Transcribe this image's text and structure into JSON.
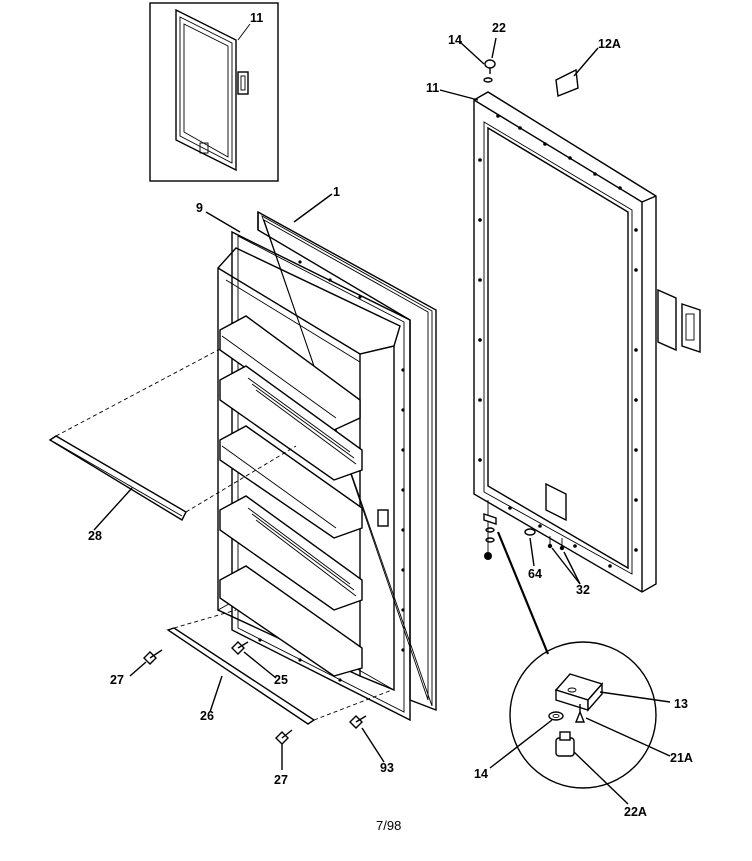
{
  "callouts": {
    "inset_11": "11",
    "c1": "1",
    "c9": "9",
    "c14_top": "14",
    "c22_top": "22",
    "c12A": "12A",
    "c11_gasket": "11",
    "c28": "28",
    "c27_left": "27",
    "c25": "25",
    "c26": "26",
    "c27_bottom": "27",
    "c93": "93",
    "c64": "64",
    "c32": "32",
    "c13": "13",
    "c21A": "21A",
    "c14_detail": "14",
    "c22A": "22A"
  },
  "footer": {
    "date_code": "7/98"
  }
}
